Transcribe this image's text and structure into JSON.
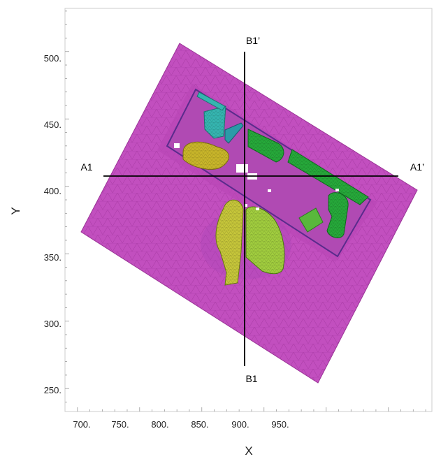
{
  "axes": {
    "xlabel": "X",
    "ylabel": "Y",
    "xlim": [
      690,
      985
    ],
    "ylim": [
      233,
      532
    ],
    "x_ticks": [
      "700.",
      "750.",
      "800.",
      "850.",
      "900.",
      "950."
    ],
    "y_ticks": [
      "250.",
      "300.",
      "350.",
      "400.",
      "450.",
      "500."
    ]
  },
  "sections": {
    "a_start": "A1",
    "a_end": "A1’",
    "b_start": "B1",
    "b_end": "B1’"
  },
  "colors": {
    "mesh_base": "#c24fbf",
    "mesh_line": "#a93aa6",
    "building_outline": "#5a2b8c",
    "green": "#26a83a",
    "cyan": "#35b5b0",
    "yellow": "#c8b52a",
    "lime": "#a9c93a",
    "section_line": "#000000"
  }
}
